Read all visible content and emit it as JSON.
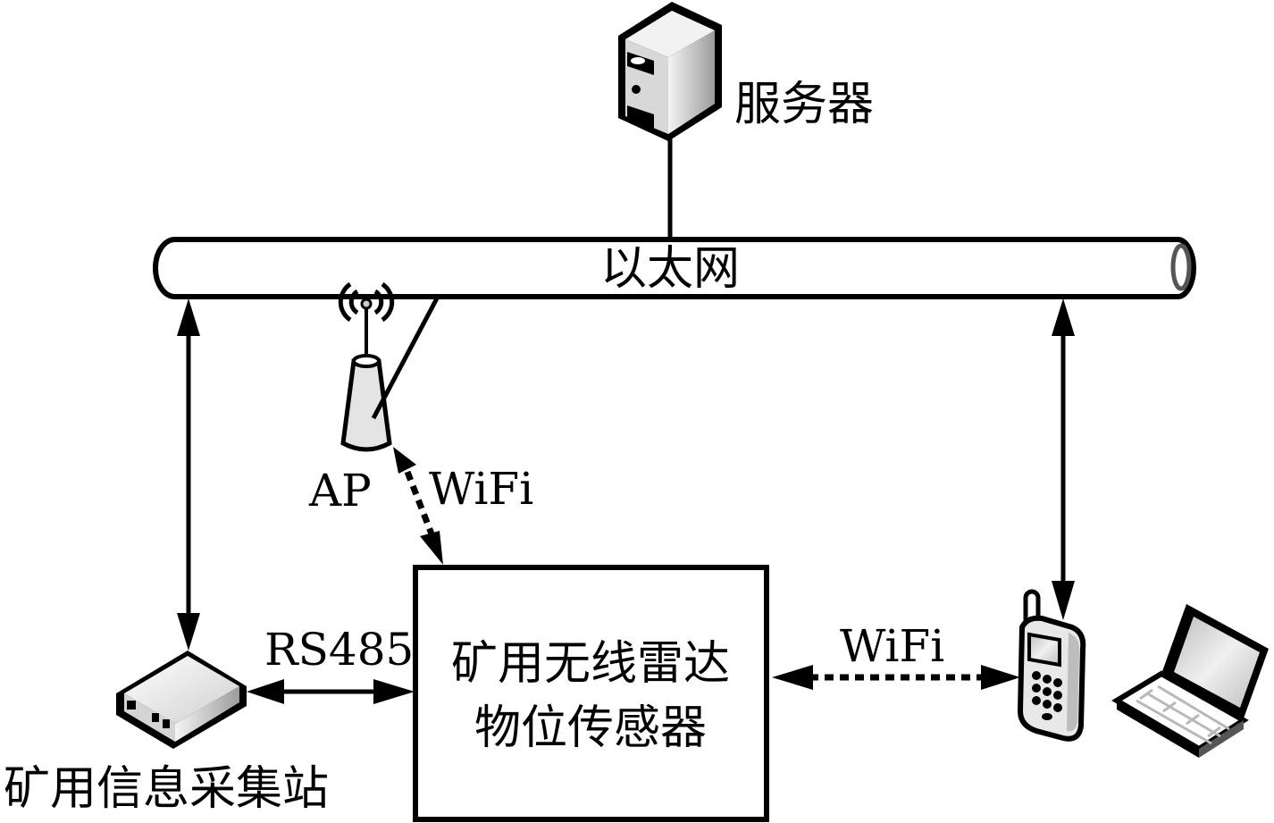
{
  "diagram": {
    "nodes": {
      "server": {
        "label": "服务器",
        "icon": "server-tower-icon"
      },
      "ethernet": {
        "label": "以太网",
        "icon": "network-bus-cylinder"
      },
      "ap": {
        "label": "AP",
        "icon": "wireless-access-point-icon"
      },
      "sensor": {
        "label_line1": "矿用无线雷达",
        "label_line2": "物位传感器"
      },
      "station": {
        "label": "矿用信息采集站",
        "icon": "data-collection-station-icon"
      },
      "phone": {
        "icon": "mobile-phone-icon"
      },
      "laptop": {
        "icon": "laptop-icon"
      }
    },
    "links": [
      {
        "from": "server",
        "to": "ethernet",
        "style": "solid",
        "label": ""
      },
      {
        "from": "ap",
        "to": "ethernet",
        "style": "solid",
        "label": ""
      },
      {
        "from": "station",
        "to": "ethernet",
        "style": "solid-bidirectional",
        "label": ""
      },
      {
        "from": "phone",
        "to": "ethernet",
        "style": "solid-bidirectional",
        "label": ""
      },
      {
        "from": "ap",
        "to": "sensor",
        "style": "dotted-bidirectional",
        "label": "WiFi"
      },
      {
        "from": "station",
        "to": "sensor",
        "style": "solid-bidirectional",
        "label": "RS485"
      },
      {
        "from": "sensor",
        "to": "phone",
        "style": "dotted-bidirectional",
        "label": "WiFi"
      }
    ]
  }
}
